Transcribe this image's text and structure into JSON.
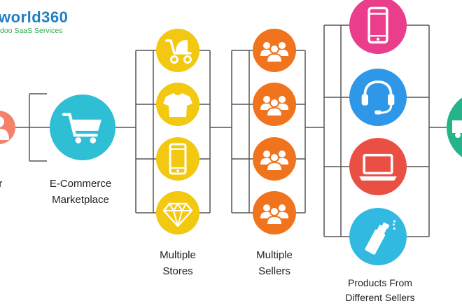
{
  "logo": {
    "main_text": "world360",
    "sub_text": "doo SaaS Services",
    "colors": {
      "main": "#1f7fc4",
      "sub": "#2aa84a"
    }
  },
  "labels": {
    "customer": "er",
    "marketplace": [
      "E-Commerce",
      "Marketplace"
    ],
    "stores": [
      "Multiple",
      "Stores"
    ],
    "sellers": [
      "Multiple",
      "Sellers"
    ],
    "products": [
      "Products From",
      "Different Sellers"
    ]
  },
  "nodes": {
    "customer": {
      "icon": "customer-icon",
      "color": "#f4826b"
    },
    "marketplace": {
      "icon": "shopping-cart-icon",
      "color": "#2ebfd4"
    },
    "stores": [
      {
        "icon": "stroller-icon",
        "color": "#f2c811"
      },
      {
        "icon": "tshirt-icon",
        "color": "#f2c811"
      },
      {
        "icon": "smartphone-icon",
        "color": "#f2c811"
      },
      {
        "icon": "diamond-icon",
        "color": "#f2c811"
      }
    ],
    "sellers": [
      {
        "icon": "group-icon",
        "color": "#f0741d"
      },
      {
        "icon": "group-icon",
        "color": "#f0741d"
      },
      {
        "icon": "group-icon",
        "color": "#f0741d"
      },
      {
        "icon": "group-icon",
        "color": "#f0741d"
      }
    ],
    "products": [
      {
        "icon": "smartphone-icon",
        "color": "#ea3d8b"
      },
      {
        "icon": "headset-icon",
        "color": "#2f97e8"
      },
      {
        "icon": "laptop-icon",
        "color": "#ea4f44"
      },
      {
        "icon": "spray-bottle-icon",
        "color": "#31b9e2"
      }
    ],
    "delivery": {
      "icon": "delivery-icon",
      "color": "#27b38a"
    }
  },
  "connector_color": "#555555"
}
